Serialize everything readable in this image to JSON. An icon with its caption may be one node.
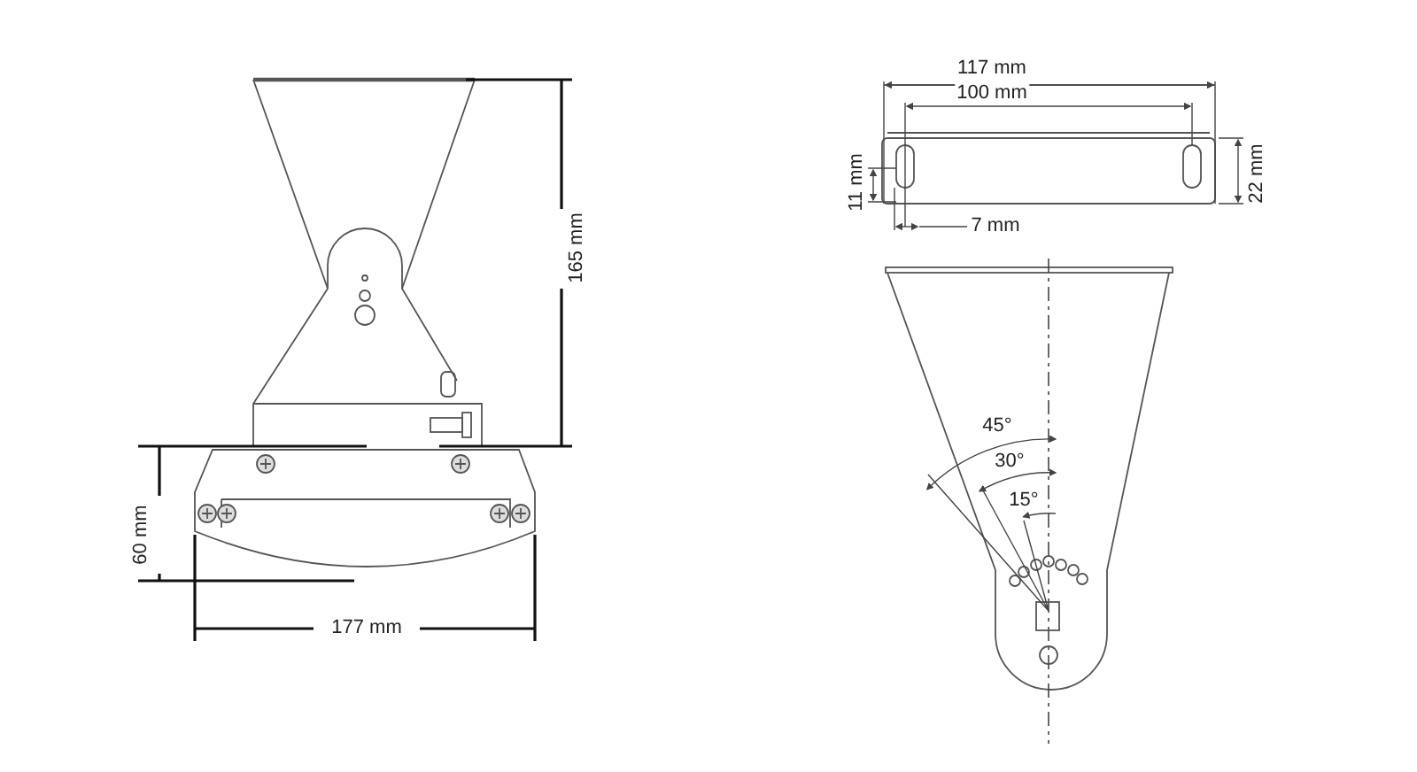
{
  "diagram": {
    "labels": [
      "117 mm",
      "100 mm",
      "165 mm",
      "11 mm",
      "22 mm",
      "7 mm",
      "45°",
      "30°",
      "15°",
      "60 mm",
      "177 mm"
    ]
  }
}
